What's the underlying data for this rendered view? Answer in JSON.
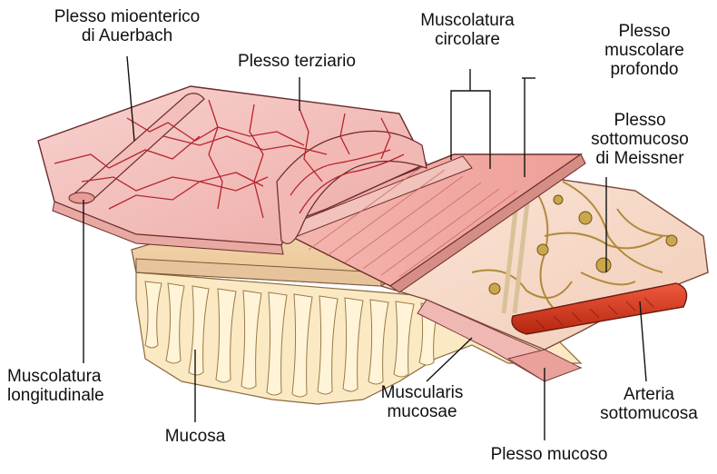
{
  "labels": {
    "plesso_mioenterico": [
      "Plesso mioenterico",
      "di Auerbach"
    ],
    "plesso_terziario": [
      "Plesso terziario"
    ],
    "muscolatura_circolare": [
      "Muscolatura",
      "circolare"
    ],
    "plesso_muscolare_profondo": [
      "Plesso",
      "muscolare",
      "profondo"
    ],
    "plesso_sottomucoso": [
      "Plesso",
      "sottomucoso",
      "di Meissner"
    ],
    "muscolatura_longitudinale": [
      "Muscolatura",
      "longitudinale"
    ],
    "mucosa": [
      "Mucosa"
    ],
    "muscularis_mucosae": [
      "Muscularis",
      "mucosae"
    ],
    "plesso_mucoso": [
      "Plesso mucoso"
    ],
    "arteria_sottomucosa": [
      "Arteria",
      "sottomucosa"
    ]
  },
  "colors": {
    "longitudinal_muscle": "#f4c2c0",
    "circular_muscle": "#f2b0aa",
    "vessel_red": "#b8242c",
    "submucosa": "#f6dac8",
    "mucosa_villi": "#fbe9c4",
    "artery": "#d4351f",
    "plexus_gold": "#c9a74a",
    "outline": "#5a2a2a"
  }
}
